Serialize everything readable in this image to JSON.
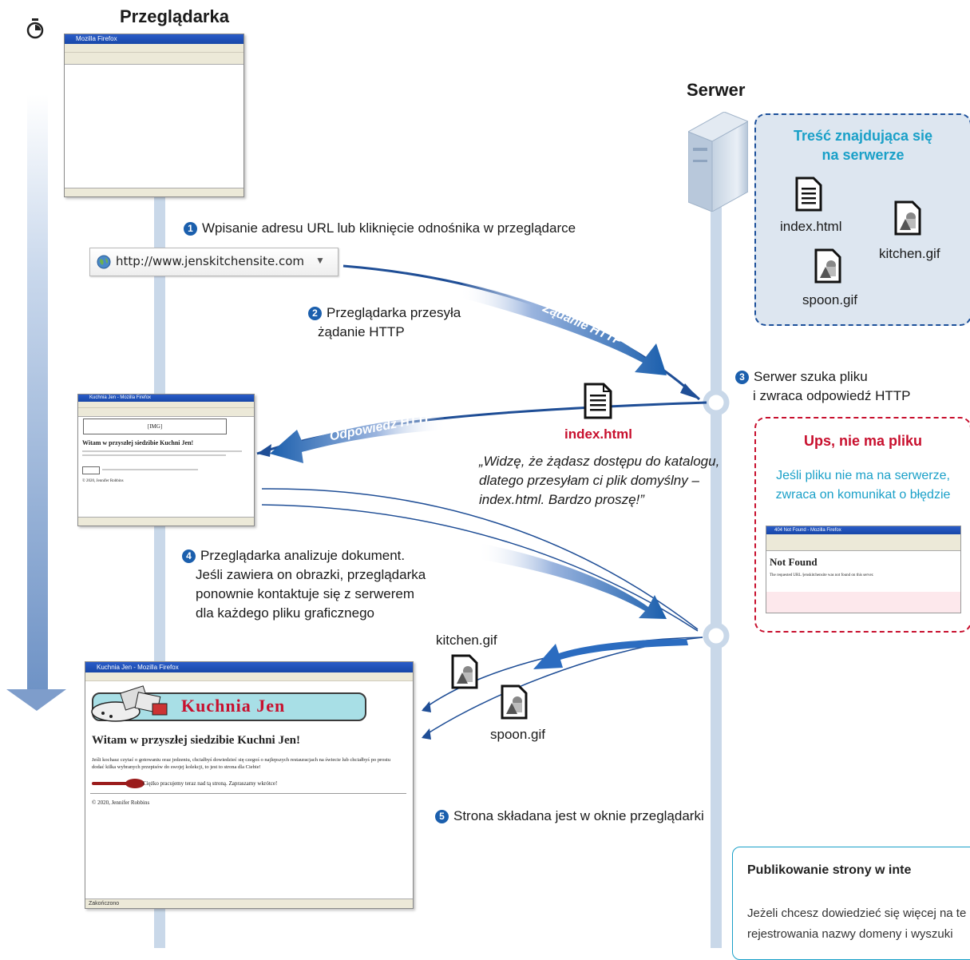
{
  "browser_heading": "Przeglądarka",
  "server_heading": "Serwer",
  "steps": [
    {
      "num": "1",
      "text": "Wpisanie adresu URL lub kliknięcie odnośnika w przeglądarce"
    },
    {
      "num": "2",
      "line1": "Przeglądarka przesyła",
      "line2": "żądanie HTTP"
    },
    {
      "num": "3",
      "line1": "Serwer szuka pliku",
      "line2": "i zwraca odpowiedź HTTP"
    },
    {
      "num": "4",
      "line1": "Przeglądarka analizuje dokument.",
      "line2": "Jeśli zawiera on obrazki, przeglądarka",
      "line3": "ponownie kontaktuje się z serwerem",
      "line4": "dla każdego pliku graficznego"
    },
    {
      "num": "5",
      "text": "Strona składana jest w oknie przeglądarki"
    }
  ],
  "url": "http://www.jenskitchensite.com",
  "arrows": {
    "request": "Żądanie HTTP",
    "response": "Odpowiedź HTTP"
  },
  "response_file": "index.html",
  "quote": {
    "line1": "„Widzę, że żądasz dostępu do katalogu,",
    "line2": "dlatego przesyłam ci plik domyślny –",
    "line3": "index.html. Bardzo proszę!”"
  },
  "server_content": {
    "title_line1": "Treść znajdująca się",
    "title_line2": "na serwerze",
    "files": [
      "index.html",
      "kitchen.gif",
      "spoon.gif"
    ]
  },
  "error_box": {
    "title": "Ups, nie ma pliku",
    "line1": "Jeśli pliku nie ma na serwerze,",
    "line2": "zwraca on komunikat o błędzie",
    "window_title": "404 Not Found - Mozilla Firefox",
    "heading": "Not Found",
    "message": "The requested URL /jenskitchensite was not found on this server."
  },
  "image_files": [
    "kitchen.gif",
    "spoon.gif"
  ],
  "final_page": {
    "window_title": "Kuchnia Jen - Mozilla Firefox",
    "logo": "Kuchnia Jen",
    "heading": "Witam w przyszłej siedzibie Kuchni Jen!",
    "body": "Jeśli kochasz czytać o gotowaniu oraz jedzeniu, chciałbyś dowiedzieć się czegoś o najlepszych restauracjach na świecie lub chciałbyś po prostu dodać kilka wybranych przepisów do swojej kolekcji, to jest to strona dla Ciebie!",
    "note": "Ciężko pracujemy teraz nad tą stroną. Zapraszamy wkrótce!",
    "footer": "© 2020, Jennifer Robbins",
    "status": "Zakończono"
  },
  "partial_page": {
    "window_title": "Kuchnia Jen - Mozilla Firefox",
    "img": "[IMG]",
    "heading": "Witam w przyszłej siedzibie Kuchni Jen!",
    "footer": "© 2020, Jennifer Robbins"
  },
  "empty_window_title": "Mozilla Firefox",
  "sidebar_box": {
    "title": "Publikowanie strony w inte",
    "line1": "Jeżeli chcesz dowiedzieć się więcej na te",
    "line2": "rejestrowania nazwy domeny i wyszuki"
  },
  "colors": {
    "accent": "#1b5fad",
    "teal": "#1aa0c8",
    "red": "#c8102e",
    "timeline": "#c9d8e9"
  }
}
